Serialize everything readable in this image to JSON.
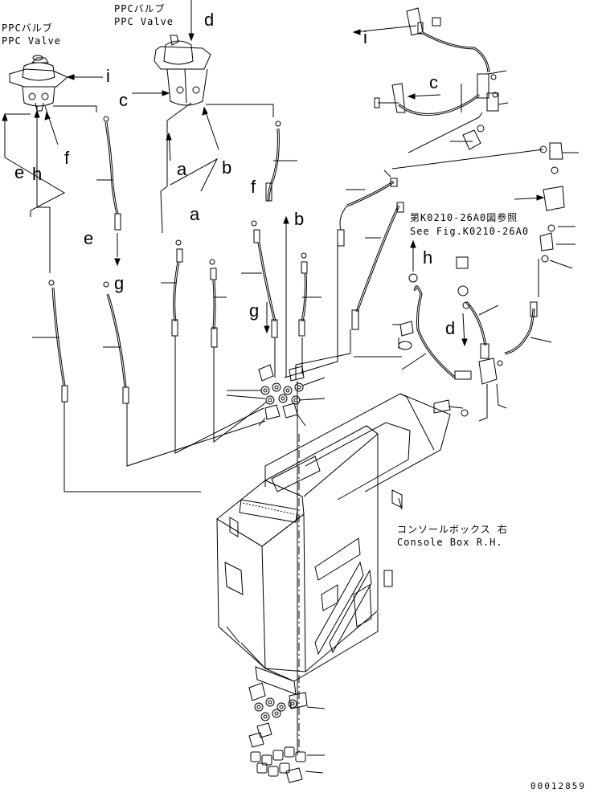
{
  "labels": {
    "ppc_valve_left_jp": "PPCバルブ",
    "ppc_valve_left_en": "PPC Valve",
    "ppc_valve_right_jp": "PPCバルブ",
    "ppc_valve_right_en": "PPC Valve",
    "see_fig_jp": "第K0210-26A0図参照",
    "see_fig_en": "See Fig.K0210-26A0",
    "console_box_jp": "コンソールボックス 右",
    "console_box_en": "Console Box R.H.",
    "drawing_number": "00012859"
  },
  "port_letters": {
    "d_top": "d",
    "i_left": "i",
    "c_mid": "c",
    "i_right": "i",
    "c_right": "c",
    "e_left": "e",
    "h_left": "h",
    "f_left": "f",
    "a_mid": "a",
    "b_mid": "b",
    "f_mid": "f",
    "a_low": "a",
    "b_low": "b",
    "e_low": "e",
    "g_low": "g",
    "g_center": "g",
    "h_right": "h",
    "d_right": "d"
  }
}
